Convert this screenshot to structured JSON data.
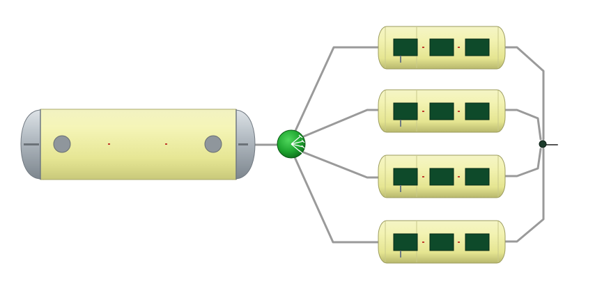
{
  "diagram": {
    "main_tank": {
      "body_color": "#eaea9c",
      "cap_color": "#a6aeb6",
      "port_color": "#8f969c",
      "marker_color": "#c0392b"
    },
    "distributor": {
      "color": "#1fa630",
      "outlet_count": 4
    },
    "pipe_color": "#9a9a9a",
    "output_tanks": [
      {
        "label": "",
        "module_count": 3
      },
      {
        "label": "",
        "module_count": 3
      },
      {
        "label": "",
        "module_count": 3
      },
      {
        "label": "",
        "module_count": 3
      }
    ],
    "module_color": "#0e4a2a",
    "collector": {
      "color": "#1b3b2a"
    }
  }
}
